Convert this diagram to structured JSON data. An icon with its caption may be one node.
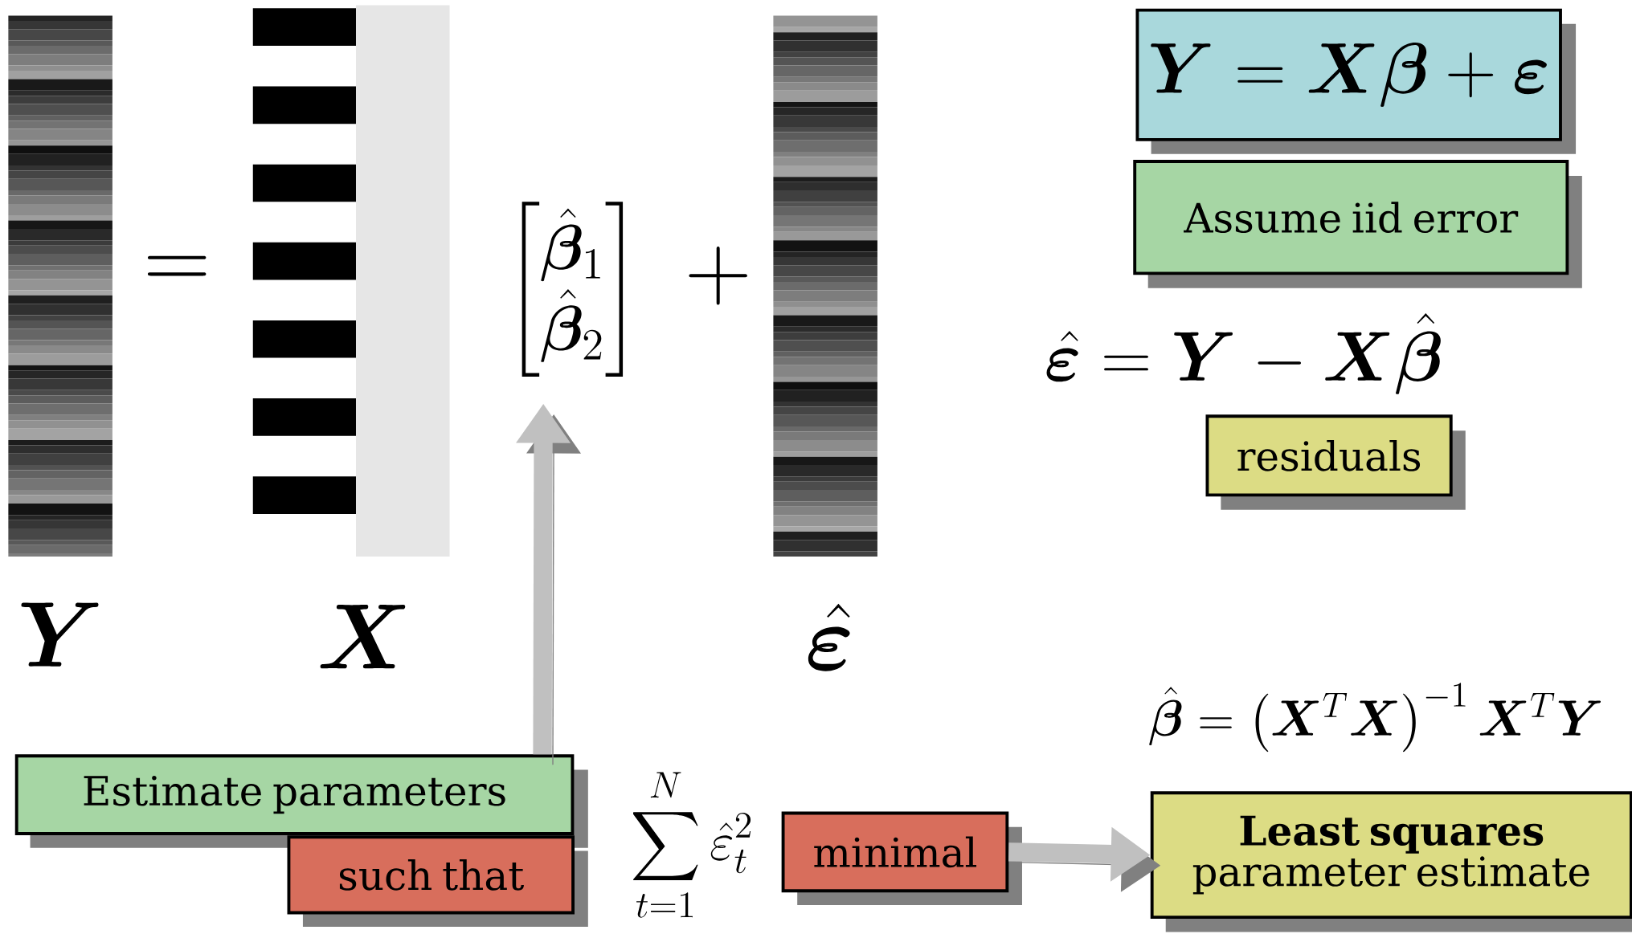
{
  "diagram": {
    "nodes": [
      {
        "text": [
          "\\boldsymbol{Y}=\\boldsymbol{X}\\boldsymbol{\\beta}+\\boldsymbol{\\varepsilon}"
        ]
      },
      {
        "text": [
          "Assume iid error"
        ]
      },
      {
        "text": [
          "residuals"
        ]
      },
      {
        "text": [
          "\\left[\\begin{matrix}\\hat{\\boldsymbol{\\beta}}_1\\\\ \\hat{\\boldsymbol{\\beta}}_2\\end{matrix}\\right]"
        ]
      },
      {
        "text": [
          "Estimate parameters"
        ]
      },
      {
        "text": [
          "such that"
        ]
      },
      {
        "text": [
          "minimal"
        ]
      },
      {
        "text": [
          "Least squares",
          "parameter estimate"
        ]
      }
    ],
    "edges": [
      {
        "from": 4,
        "to": 3,
        "arrow": "to"
      },
      {
        "from": 6,
        "to": 7,
        "arrow": "to"
      }
    ],
    "labels": [
      "\\boldsymbol{Y}",
      "=",
      "\\boldsymbol{X}",
      "+",
      "\\hat{\\boldsymbol{\\varepsilon}}",
      "\\hat{\\boldsymbol{\\varepsilon}}=\\boldsymbol{Y}-\\boldsymbol{X}\\hat{\\boldsymbol{\\beta}}",
      "\\sum_{t=1}^{N}\\hat{\\varepsilon}_t^{2}",
      "\\hat{\\boldsymbol{\\beta}}=\\left(\\boldsymbol{X}^T\\boldsymbol{X}\\right)^{-1}\\boldsymbol{X}^T\\boldsymbol{Y}"
    ]
  }
}
